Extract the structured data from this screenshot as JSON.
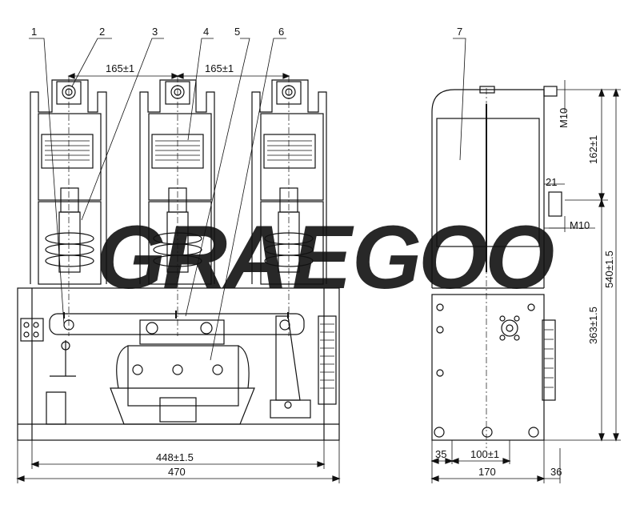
{
  "watermark": {
    "part1": "GRA",
    "part2": "E",
    "part3": "GOO",
    "gray": "#c8c8c8",
    "red": "#e8a6a6"
  },
  "callouts": [
    "1",
    "2",
    "3",
    "4",
    "5",
    "6",
    "7"
  ],
  "dimensions": {
    "pole_spacing_left": "165±1",
    "pole_spacing_right": "165±1",
    "base_width": "448±1.5",
    "overall_width": "470",
    "thread_top": "M10",
    "thread_bottom": "M10",
    "upper_height": "162±1",
    "terminal_offset": "21",
    "total_height": "540±1.5",
    "lower_height": "363±1.5",
    "side_offset": "35",
    "hole_spacing": "100±1",
    "side_depth": "170",
    "side_extra": "36"
  }
}
